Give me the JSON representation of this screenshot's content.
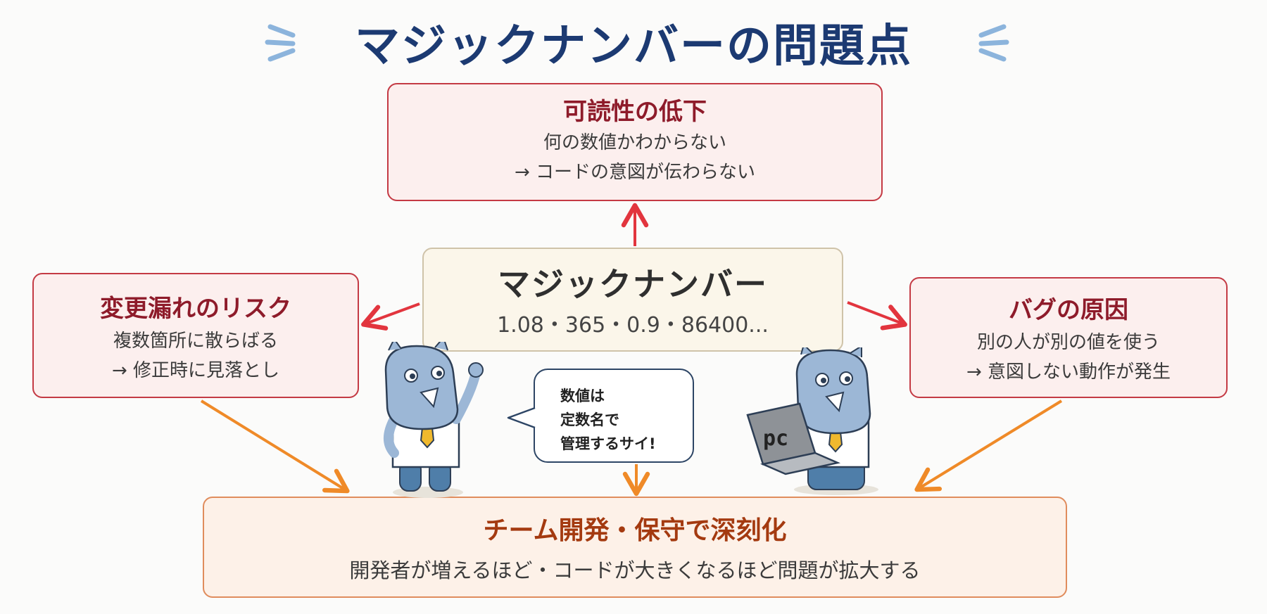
{
  "title": "マジックナンバーの問題点",
  "center": {
    "title": "マジックナンバー",
    "examples": "1.08・365・0.9・86400..."
  },
  "top": {
    "title": "可読性の低下",
    "line1": "何の数値かわからない",
    "line2": "→ コードの意図が伝わらない"
  },
  "left": {
    "title": "変更漏れのリスク",
    "line1": "複数箇所に散らばる",
    "line2": "→ 修正時に見落とし"
  },
  "right": {
    "title": "バグの原因",
    "line1": "別の人が別の値を使う",
    "line2": "→ 意図しない動作が発生"
  },
  "bottom": {
    "title": "チーム開発・保守で深刻化",
    "line1": "開発者が増えるほど・コードが大きくなるほど問題が拡大する"
  },
  "bubble": {
    "line1": "数値は",
    "line2": "定数名で",
    "line3": "管理するサイ!"
  },
  "laptop_label": "pc",
  "colors": {
    "title": "#1c3a72",
    "red_border": "#c43a44",
    "orange": "#ef8a28",
    "mascot": "#9cb7d6"
  }
}
